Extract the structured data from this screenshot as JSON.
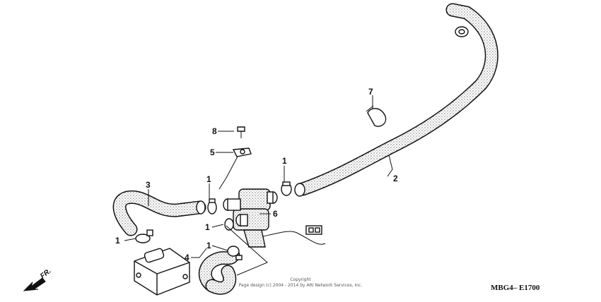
{
  "diagram": {
    "callouts": [
      {
        "id": "c1a",
        "label": "1"
      },
      {
        "id": "c1b",
        "label": "1"
      },
      {
        "id": "c1c",
        "label": "1"
      },
      {
        "id": "c1d",
        "label": "1"
      },
      {
        "id": "c1e",
        "label": "1"
      },
      {
        "id": "c2",
        "label": "2"
      },
      {
        "id": "c3",
        "label": "3"
      },
      {
        "id": "c4",
        "label": "4"
      },
      {
        "id": "c5",
        "label": "5"
      },
      {
        "id": "c6",
        "label": "6"
      },
      {
        "id": "c7",
        "label": "7"
      },
      {
        "id": "c8",
        "label": "8"
      }
    ],
    "diagram_code": "MBG4– E1700",
    "copyright_line1": "Copyright",
    "copyright_line2": "Page design (c) 2004 - 2014 by ARI Network Services, Inc.",
    "front_indicator": "FR."
  }
}
